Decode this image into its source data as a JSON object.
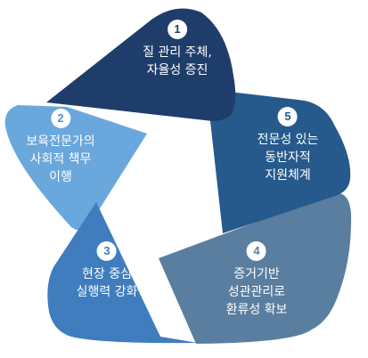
{
  "segments": [
    {
      "num": "1",
      "lines": [
        "질 관리 주체,",
        "자율성 증진"
      ],
      "color": "#1f3d6b",
      "text_color": "#1f3d6b"
    },
    {
      "num": "2",
      "lines": [
        "보육전문가의",
        "사회적 책무",
        "이행"
      ],
      "color": "#6aa7dd",
      "text_color": "#4a8fce"
    },
    {
      "num": "3",
      "lines": [
        "현장 중심",
        "실행력 강화"
      ],
      "color": "#3f7dbf",
      "text_color": "#3f7dbf"
    },
    {
      "num": "4",
      "lines": [
        "증거기반",
        "성관관리로",
        "환류성 확보"
      ],
      "color": "#5a7e9f",
      "text_color": "#5a7e9f"
    },
    {
      "num": "5",
      "lines": [
        "전문성 있는",
        "동반자적",
        "지원체계"
      ],
      "color": "#265a8c",
      "text_color": "#265a8c"
    }
  ]
}
